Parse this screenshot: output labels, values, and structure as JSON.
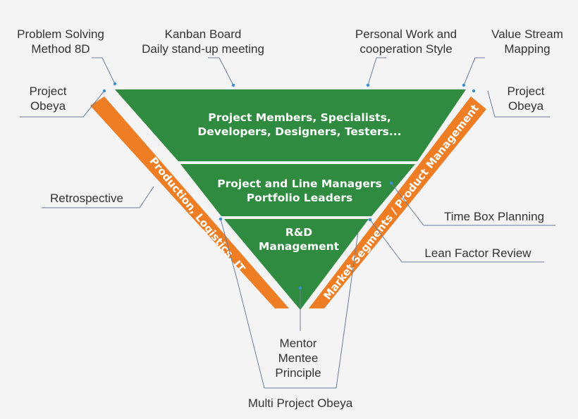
{
  "colors": {
    "green": "#2e8b3f",
    "orange": "#ee7d24",
    "text": "#333333",
    "leader": "#6a7d99",
    "dot": "#3a8fd6"
  },
  "tiers": [
    {
      "line1": "Project Members, Specialists,",
      "line2": "Developers, Designers, Testers..."
    },
    {
      "line1": "Project and Line Managers",
      "line2": "Portfolio Leaders"
    },
    {
      "line1": "R&D",
      "line2": "Management"
    }
  ],
  "bands": {
    "left": "Production, Logistics, IT",
    "right": "Market Segments / Product Management"
  },
  "labels": {
    "problem_solving": [
      "Problem Solving",
      "Method 8D"
    ],
    "kanban": [
      "Kanban Board",
      "Daily stand-up meeting"
    ],
    "personal_work": [
      "Personal Work and",
      "cooperation Style"
    ],
    "value_stream": [
      "Value Stream",
      "Mapping"
    ],
    "obeya_left": [
      "Project",
      "Obeya"
    ],
    "obeya_right": [
      "Project",
      "Obeya"
    ],
    "retrospective": "Retrospective",
    "time_box": "Time Box Planning",
    "lean_factor": "Lean Factor Review",
    "mentor": [
      "Mentor",
      "Mentee",
      "Principle"
    ],
    "multi_obeya": "Multi Project Obeya"
  }
}
